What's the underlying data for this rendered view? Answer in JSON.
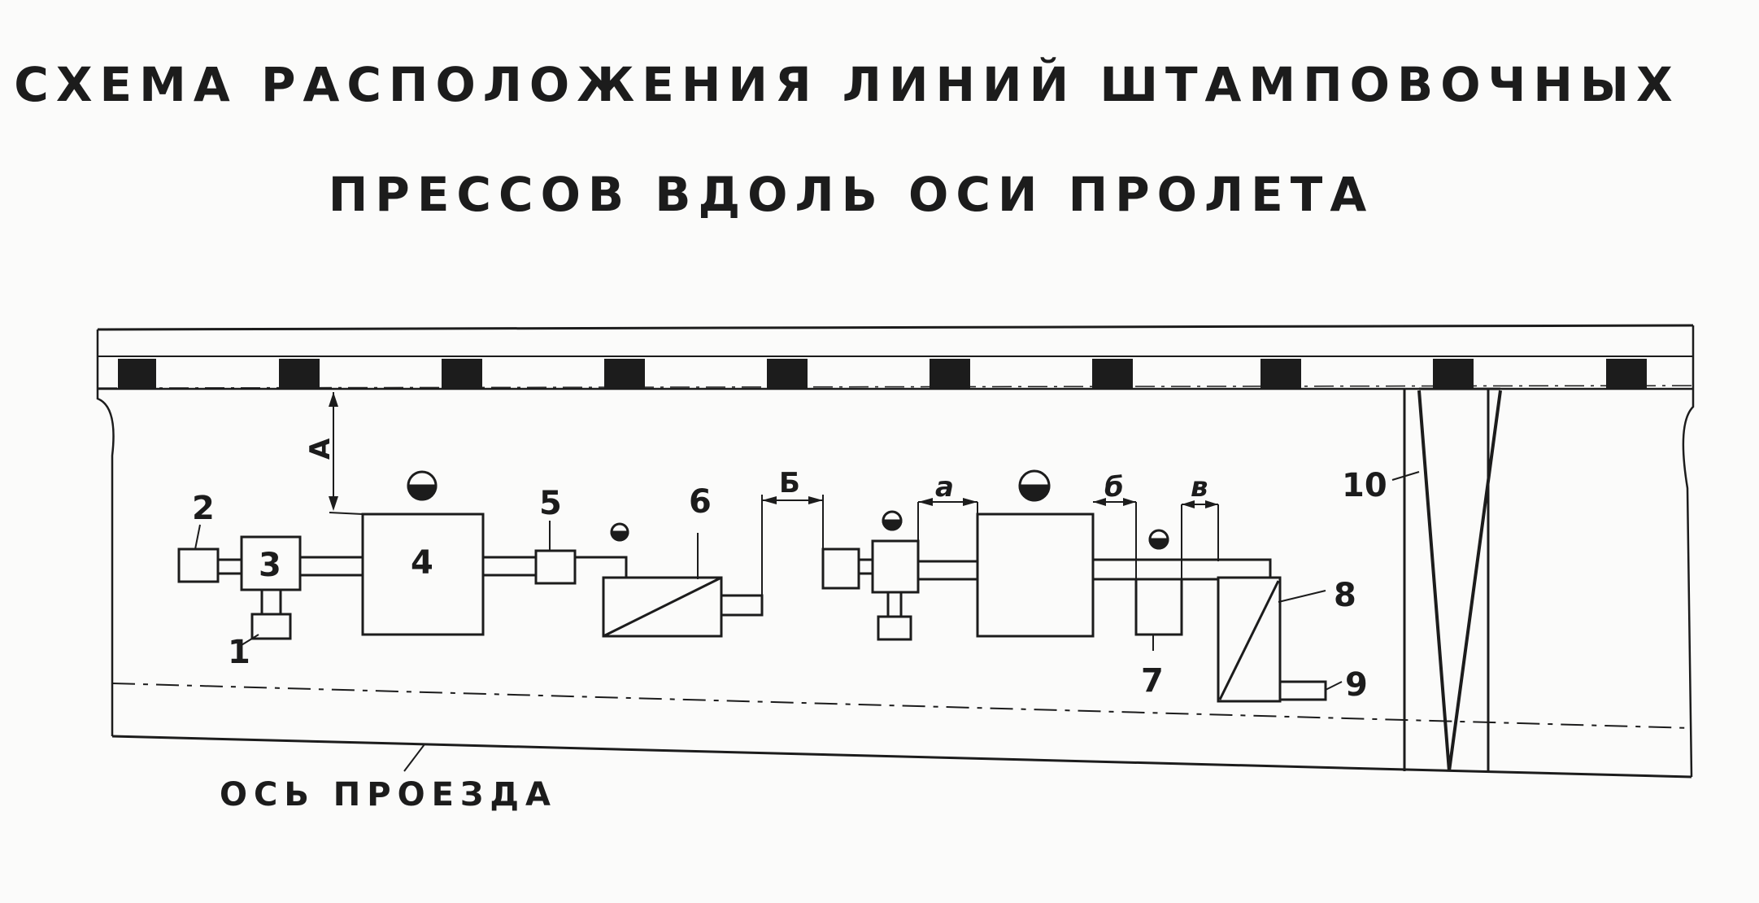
{
  "title": {
    "line1": "СХЕМА РАСПОЛОЖЕНИЯ ЛИНИЙ ШТАМПОВОЧНЫХ",
    "line2": "ПРЕССОВ ВДОЛЬ ОСИ ПРОЛЕТА"
  },
  "labels": {
    "n1": "1",
    "n2": "2",
    "n3": "3",
    "n4": "4",
    "n5": "5",
    "n6": "6",
    "n7": "7",
    "n8": "8",
    "n9": "9",
    "n10": "10",
    "dim_A": "А",
    "dim_B": "Б",
    "dim_a": "а",
    "dim_b": "б",
    "dim_v": "в",
    "axis": "ОСЬ ПРОЕЗДА"
  },
  "colors": {
    "ink": "#1c1c1c",
    "paper": "#fbfbfa"
  }
}
